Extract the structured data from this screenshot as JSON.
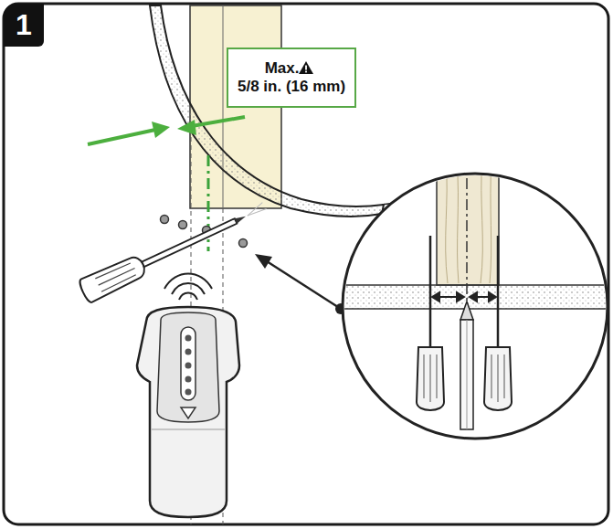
{
  "diagram": {
    "nodes": [
      {
        "text": [
          "1"
        ]
      },
      {
        "text": [
          "Max.",
          "5/8 in. (16 mm)"
        ]
      }
    ]
  }
}
